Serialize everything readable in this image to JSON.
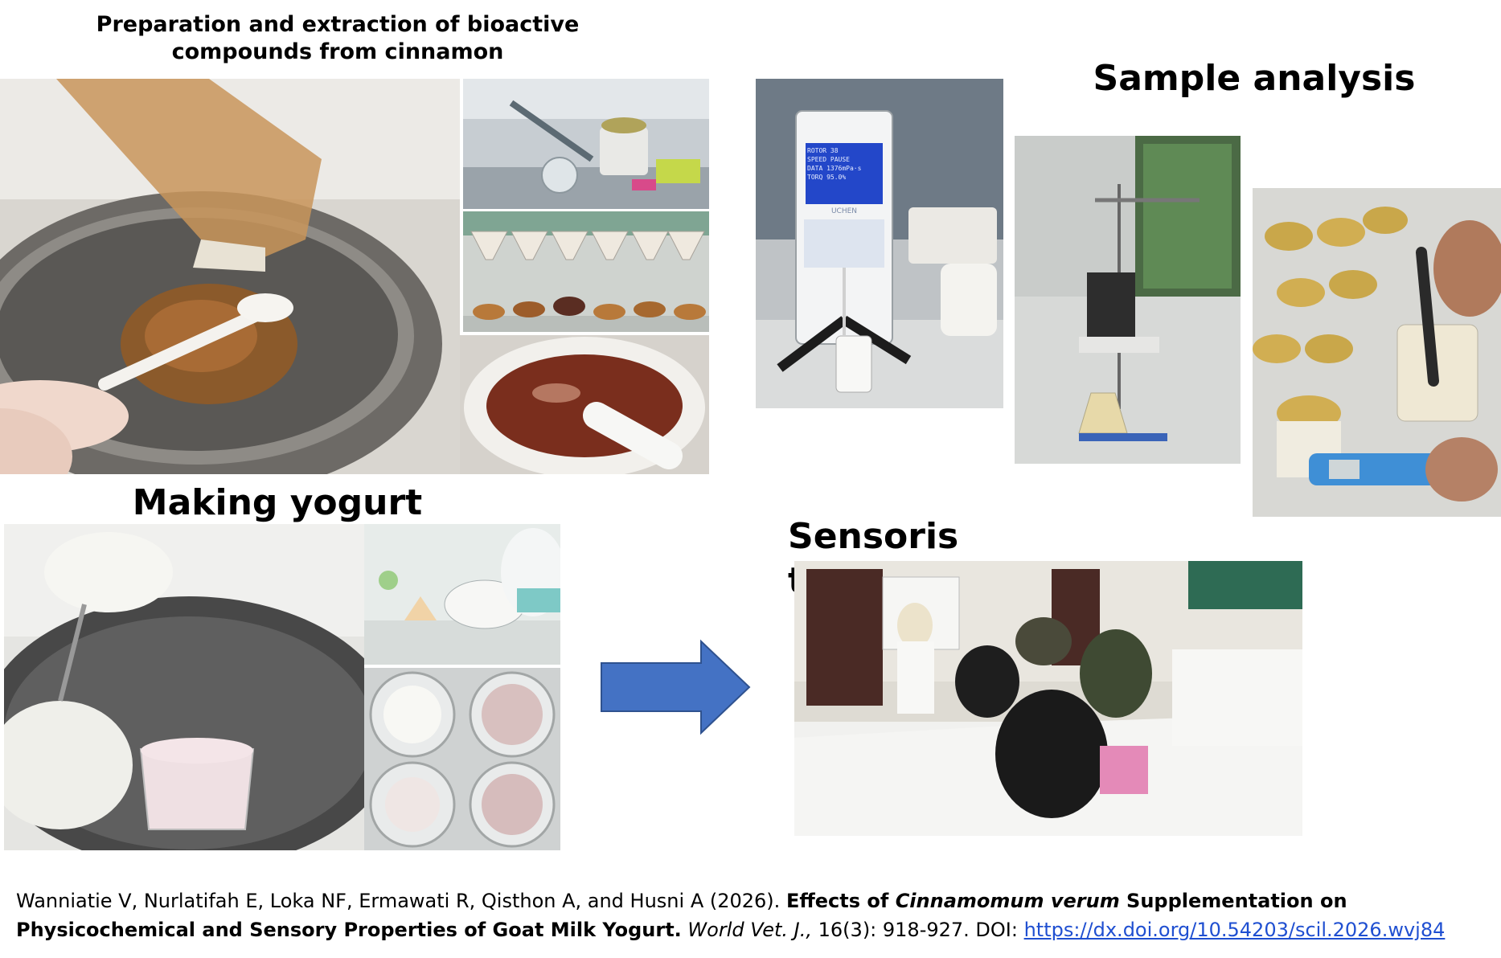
{
  "sections": {
    "preparation": {
      "title_line1": "Preparation and extraction of bioactive",
      "title_line2": "compounds from cinnamon"
    },
    "analysis": {
      "title": "Sample analysis"
    },
    "yogurt": {
      "title": "Making yogurt"
    },
    "sensory": {
      "title": "Sensoris test"
    }
  },
  "viscometer_screen": {
    "line1": "ROTOR  38",
    "line2": "SPEED  PAUSE",
    "line3": "DATA  1376mPa·s",
    "line4": "TORQ  95.0%",
    "brand": "UCHEN"
  },
  "citation": {
    "authors": "Wanniatie V, Nurlatifah E, Loka NF, Ermawati R, Qisthon A, and Husni A (2026). ",
    "title_pre": "Effects of ",
    "title_italic": "Cinnamomum verum",
    "title_post": " Supplementation on Physicochemical and Sensory Properties of Goat Milk Yogurt.",
    "journal": "World Vet. J.,",
    "volume": " 16(3): 918-927. DOI: ",
    "doi": "https://dx.doi.org/10.54203/scil.2026.wvj84"
  },
  "colors": {
    "arrow": "#4472c4",
    "arrow_border": "#2f528f",
    "link": "#1f4fd1"
  }
}
